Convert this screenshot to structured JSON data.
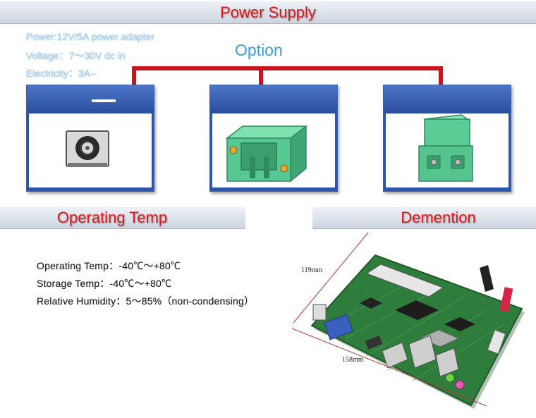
{
  "sections": {
    "power_supply": "Power Supply",
    "operating_temp": "Operating Temp",
    "dimension": "Demention"
  },
  "power": {
    "power_line": "Power:12V/5A power adapter",
    "voltage_line": "Voltage：7～30V dc in",
    "electricity_line": "Electricity：3A--"
  },
  "option_label": "Option",
  "connectors": [
    {
      "name": "DC barrel jack",
      "icon": "dc-jack-icon"
    },
    {
      "name": "2-pin pluggable terminal (green)",
      "icon": "terminal-block-horizontal-icon"
    },
    {
      "name": "2-pin screw terminal (green)",
      "icon": "terminal-block-vertical-icon"
    }
  ],
  "environment": {
    "operating_temp": "Operating Temp：-40℃～+80℃",
    "storage_temp": "Storage Temp：-40℃～+80℃",
    "humidity": "Relative Humidity：5～85%（non-condensing）"
  },
  "board": {
    "height_label": "119mm",
    "width_label": "158mm"
  },
  "colors": {
    "title_red": "#e0181b",
    "wire_red": "#c8151d",
    "card_blue": "#2d56aa",
    "option_blue": "#3a9fdc",
    "terminal_green": "#55c48f",
    "pcb_green": "#2f7d3c"
  }
}
